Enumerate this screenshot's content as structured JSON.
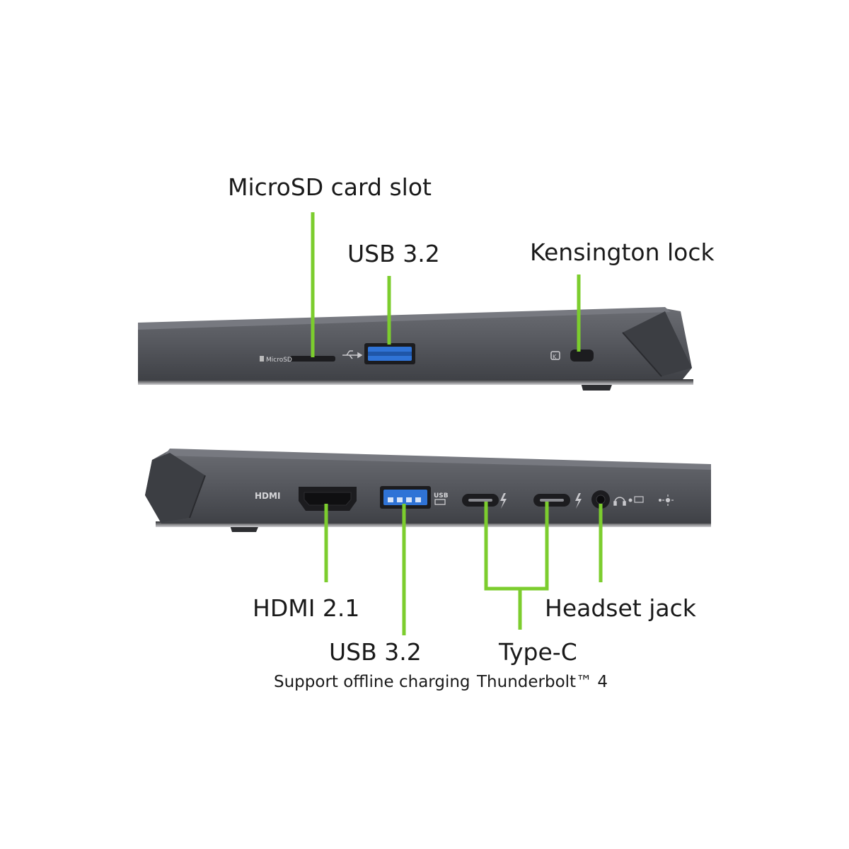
{
  "colors": {
    "accent": "#7ccd2e",
    "chassis": "#4f5157",
    "port": "#1c1c1f",
    "usb_blue": "#2f73d6",
    "text": "#1a1a1a"
  },
  "top_side": {
    "labels": {
      "microsd": "MicroSD card slot",
      "usb": "USB 3.2",
      "kensington": "Kensington lock"
    },
    "markings": {
      "microsd": "MicroSD"
    }
  },
  "bottom_side": {
    "labels": {
      "hdmi": "HDMI 2.1",
      "usb": "USB 3.2",
      "usb_note": "Support offline charging",
      "typec": "Type-C",
      "typec_note": "Thunderbolt™ 4",
      "headset": "Headset jack"
    },
    "markings": {
      "hdmi": "HDMI",
      "usb": "USB"
    }
  },
  "icons": [
    "usb-icon",
    "lock-icon",
    "thunderbolt-icon",
    "headset-icon",
    "charge-icon",
    "light-icon"
  ]
}
